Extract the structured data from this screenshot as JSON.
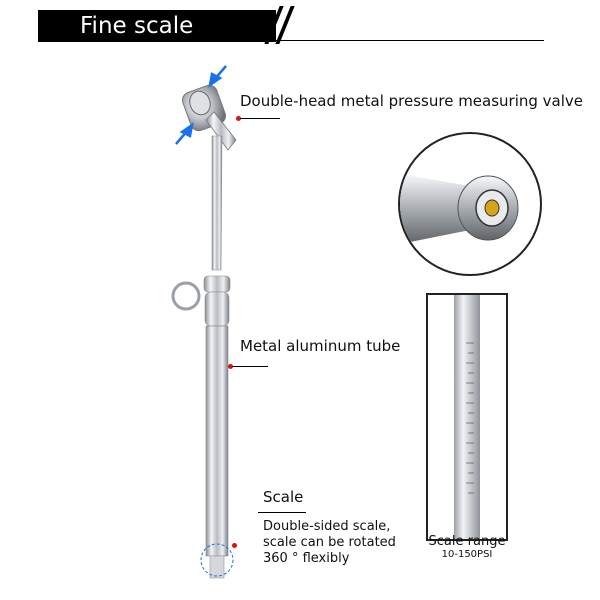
{
  "header": {
    "title": "Fine scale"
  },
  "callouts": {
    "valve": "Double-head metal pressure measuring valve",
    "tube": "Metal aluminum tube",
    "scale_title": "Scale",
    "scale_desc": [
      "Double-sided scale,",
      "scale can be rotated",
      "360 ° flexibly"
    ]
  },
  "scale_range": {
    "label": "Scale range",
    "value": "10-150PSI"
  },
  "colors": {
    "banner": "#000000",
    "accent_dot": "#e01010",
    "arrow": "#1a73e8",
    "metal": "#c9ccd0"
  },
  "icons": [
    "arrow-icon"
  ]
}
